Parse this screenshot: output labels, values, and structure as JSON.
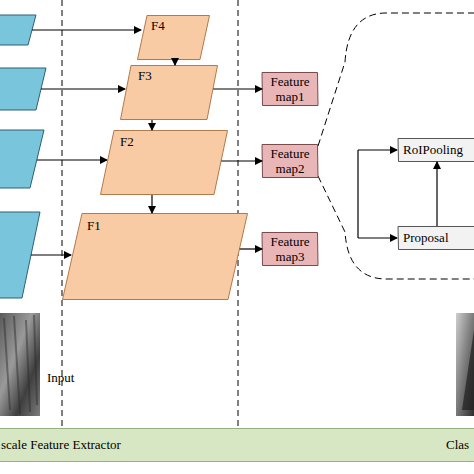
{
  "diagram": {
    "nodes": [
      {
        "text": [
          "F4"
        ]
      },
      {
        "text": [
          "F3"
        ]
      },
      {
        "text": [
          "F2"
        ]
      },
      {
        "text": [
          "F1"
        ]
      },
      {
        "text": [
          "Feature map1"
        ]
      },
      {
        "text": [
          "Feature map2"
        ]
      },
      {
        "text": [
          "Feature map3"
        ]
      },
      {
        "text": [
          "RoIPooling"
        ]
      },
      {
        "text": [
          "Proposal"
        ]
      },
      {
        "text": [
          "scale Feature Extractor",
          "Clas"
        ]
      }
    ],
    "edges": [
      {
        "from": 0,
        "to": 1,
        "arrow": "to"
      },
      {
        "from": 1,
        "to": 2,
        "arrow": "to"
      },
      {
        "from": 2,
        "to": 3,
        "arrow": "to"
      },
      {
        "from": 1,
        "to": 4,
        "arrow": "to"
      },
      {
        "from": 2,
        "to": 5,
        "arrow": "to"
      },
      {
        "from": 3,
        "to": 6,
        "arrow": "to"
      },
      {
        "from": 8,
        "to": 7,
        "arrow": "to"
      }
    ],
    "labels": [
      "Input"
    ]
  }
}
